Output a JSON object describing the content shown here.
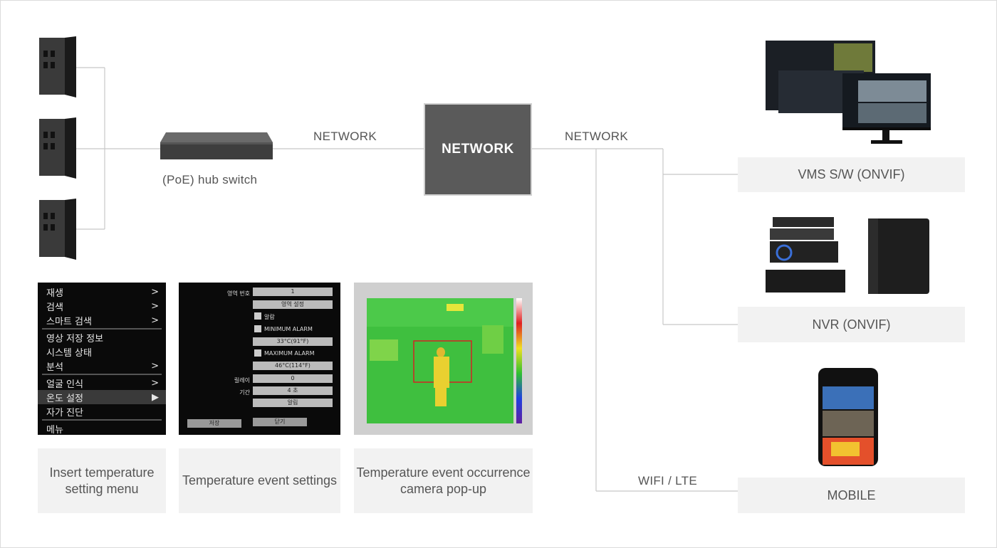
{
  "labels": {
    "network_left": "NETWORK",
    "network_right": "NETWORK",
    "network_box": "NETWORK",
    "hub": "(PoE) hub switch",
    "wifi": "WIFI / LTE"
  },
  "outputs": {
    "vms": "VMS S/W (ONVIF)",
    "nvr": "NVR (ONVIF)",
    "mobile": "MOBILE"
  },
  "captions": {
    "menu": "Insert temperature setting menu",
    "settings": "Temperature event settings",
    "popup": "Temperature event occurrence camera pop-up"
  },
  "osd_menu": {
    "items": [
      {
        "label": "재생",
        "arrow": ">"
      },
      {
        "label": "검색",
        "arrow": ">"
      },
      {
        "label": "스마트 검색",
        "arrow": ">"
      },
      {
        "label": "영상 저장 정보",
        "arrow": ""
      },
      {
        "label": "시스템 상태",
        "arrow": ""
      },
      {
        "label": "분석",
        "arrow": ">"
      },
      {
        "label": "얼굴 인식",
        "arrow": ">"
      },
      {
        "label": "온도 설정",
        "arrow": ""
      },
      {
        "label": "자가 진단",
        "arrow": ""
      },
      {
        "label": "메뉴",
        "arrow": ""
      }
    ]
  },
  "settings_panel": {
    "area_no_label": "영역 번호",
    "area_no_value": "1",
    "area_setup": "영역 설정",
    "alarm": "알람",
    "min_alarm": "MINIMUM ALARM",
    "min_value": "33°C(91°F)",
    "max_alarm": "MAXIMUM ALARM",
    "max_value": "46°C(114°F)",
    "delay_label": "릴레이",
    "delay_value": "0",
    "duration_label": "기간",
    "duration_value": "4 초",
    "apply": "알림",
    "save": "저장",
    "close": "닫기"
  },
  "colors": {
    "network_box": "#5a5a5a",
    "caption_bg": "#f2f2f2",
    "line": "#c8c8c8"
  }
}
